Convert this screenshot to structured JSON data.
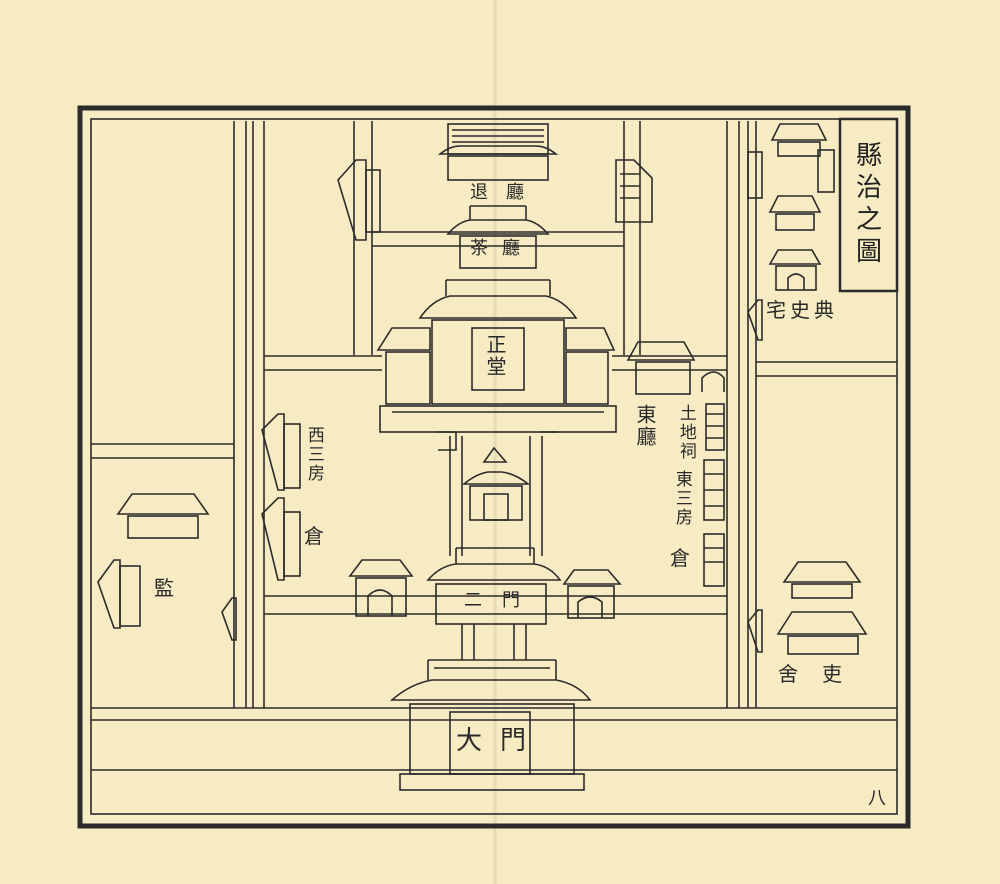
{
  "map": {
    "title": "縣治之圖",
    "page_number": "八",
    "labels": {
      "retreat_hall": "退廳",
      "tea_hall": "茶廳",
      "main_hall": "正堂",
      "second_gate": "二門",
      "great_gate": "大門",
      "east_hall": "東廳",
      "land_shrine": "土地祠",
      "east_three_rooms": "東三房",
      "east_granary": "倉",
      "west_three_rooms": "西三房",
      "west_granary": "倉",
      "prison": "監",
      "registrar_residence": "典史宅",
      "clerk_quarters": "吏舍"
    }
  },
  "colors": {
    "paper": "#f6ebc2",
    "ink": "#2b2b2b"
  }
}
